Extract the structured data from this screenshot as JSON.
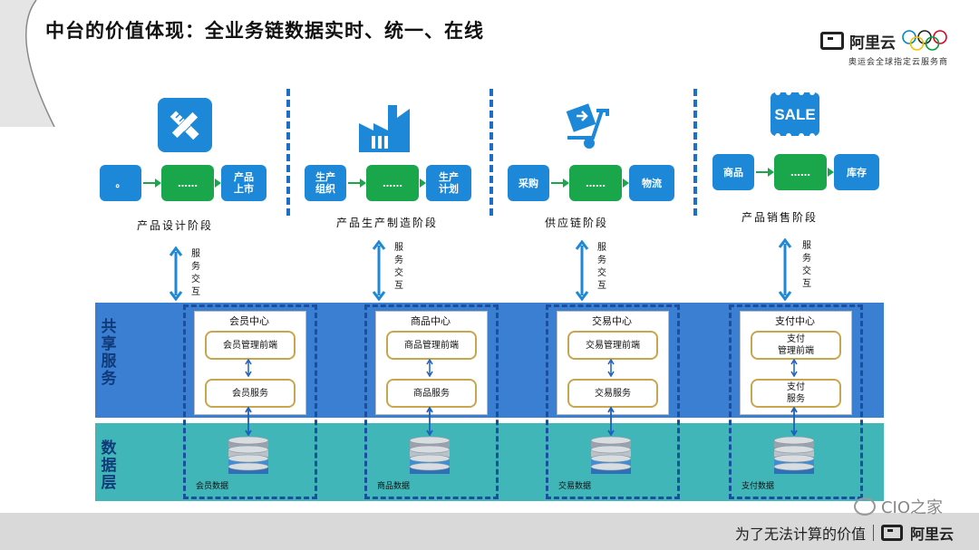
{
  "title": "中台的价值体现：全业务链数据实时、统一、在线",
  "brand": {
    "name": "阿里云",
    "subtitle": "奥运会全球指定云服务商"
  },
  "stages": [
    {
      "label": "产品设计阶段",
      "icon": "pencil-ruler-icon",
      "steps": [
        "。",
        "……",
        "产品\n上市"
      ]
    },
    {
      "label": "产品生产制造阶段",
      "icon": "factory-icon",
      "steps": [
        "生产\n组织",
        "……",
        "生产\n计划"
      ]
    },
    {
      "label": "供应链阶段",
      "icon": "hand-truck-icon",
      "steps": [
        "采购",
        "……",
        "物流"
      ]
    },
    {
      "label": "产品销售阶段",
      "icon": "sale-tag-icon",
      "icon_text": "SALE",
      "steps": [
        "商品",
        "……",
        "库存"
      ]
    }
  ],
  "interaction_label": "服务交互",
  "shared_services_label": "共享服务",
  "data_layer_label": "数据层",
  "centers": [
    {
      "title": "会员中心",
      "front": "会员管理前端",
      "service": "会员服务",
      "db": "会员数据"
    },
    {
      "title": "商品中心",
      "front": "商品管理前端",
      "service": "商品服务",
      "db": "商品数据"
    },
    {
      "title": "交易中心",
      "front": "交易管理前端",
      "service": "交易服务",
      "db": "交易数据"
    },
    {
      "title": "支付中心",
      "front": "支付\n管理前端",
      "service": "支付\n服务",
      "db": "支付数据"
    }
  ],
  "watermark": "CIO之家",
  "footer": {
    "text": "为了无法计算的价值",
    "brand": "阿里云"
  },
  "colors": {
    "blue": "#1e88d8",
    "green": "#1aa64b",
    "band_blue": "#3b7fd3",
    "band_teal": "#40b6b9",
    "gold": "#c7a64e"
  }
}
